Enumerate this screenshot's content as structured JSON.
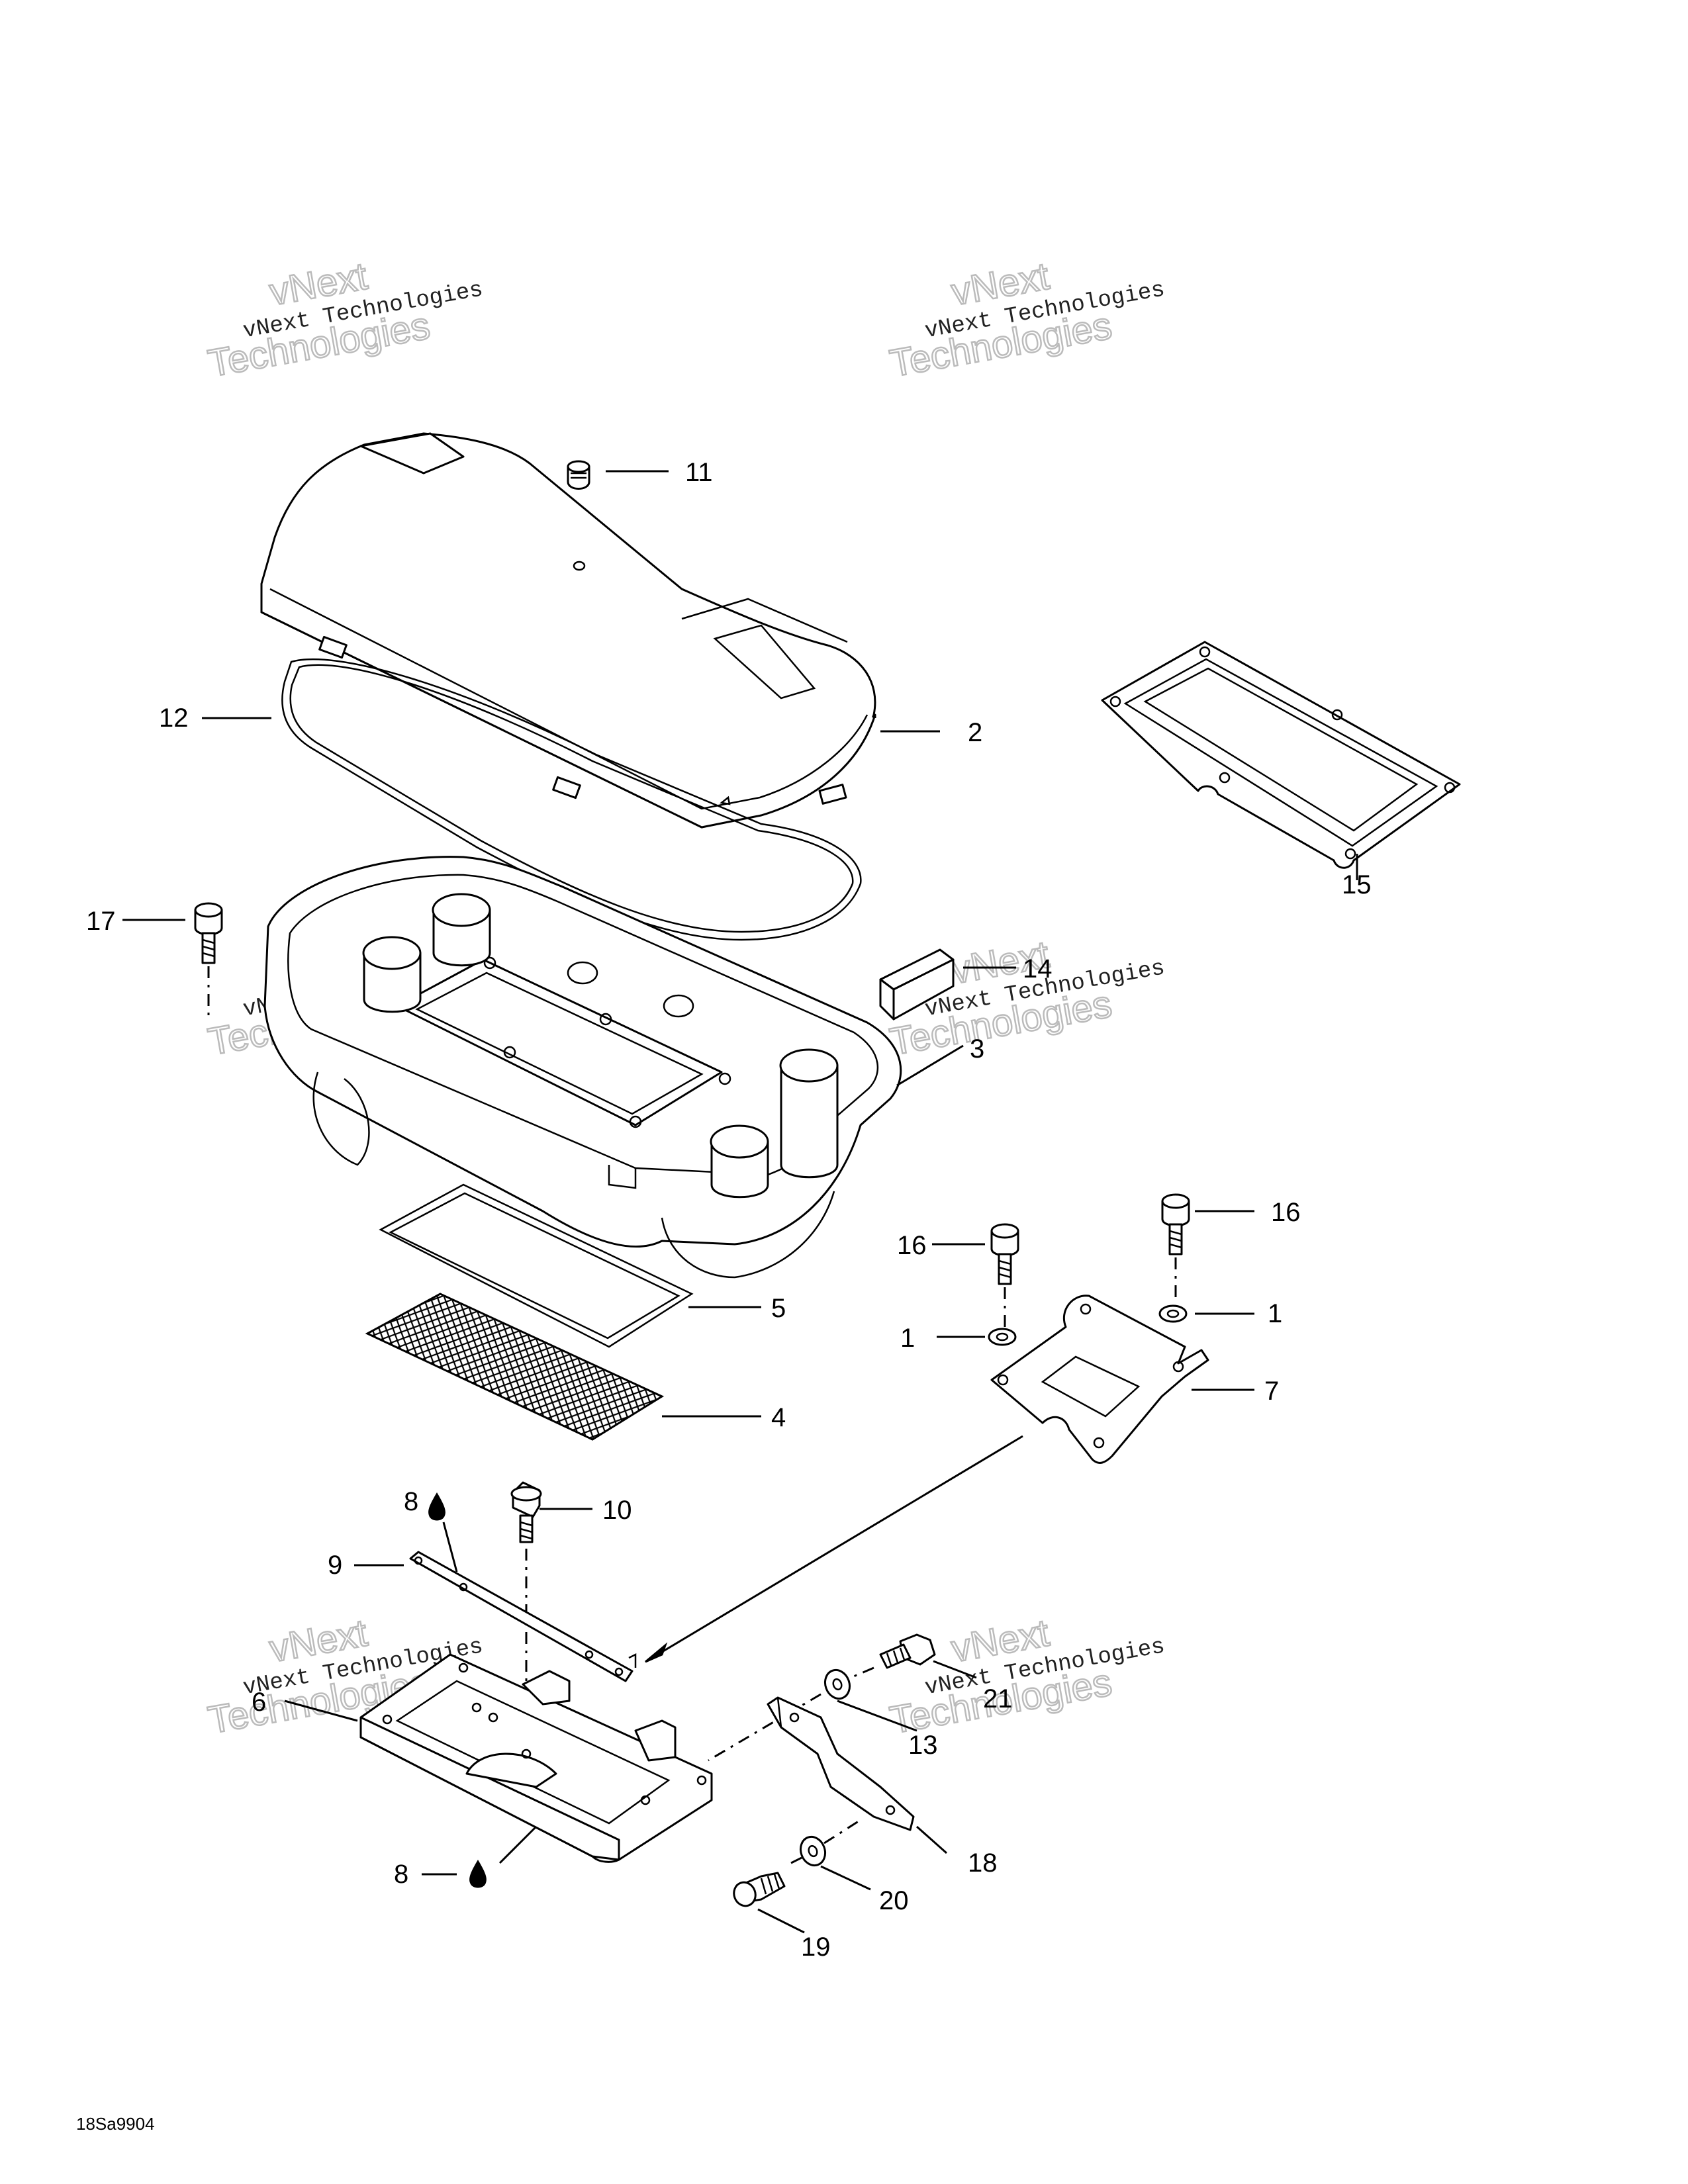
{
  "watermark": {
    "line1": "vNext",
    "line2": "vNext Technologies",
    "line3": "Technologies"
  },
  "drawing_code": "18Sa9904",
  "callouts": {
    "c1a": "1",
    "c1b": "1",
    "c2": "2",
    "c3": "3",
    "c4": "4",
    "c5": "5",
    "c6": "6",
    "c7": "7",
    "c8a": "8",
    "c8b": "8",
    "c9": "9",
    "c10": "10",
    "c11": "11",
    "c12": "12",
    "c13": "13",
    "c14": "14",
    "c15": "15",
    "c16a": "16",
    "c16b": "16",
    "c17": "17",
    "c18": "18",
    "c19": "19",
    "c20": "20",
    "c21": "21"
  },
  "icons": {
    "adhesive": "drop-icon"
  }
}
